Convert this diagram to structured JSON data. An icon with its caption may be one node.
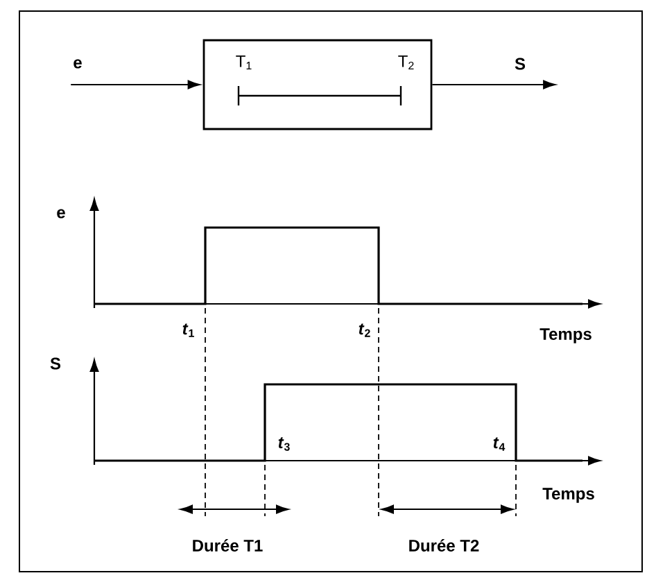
{
  "diagram": {
    "nodes": [
      {
        "text": [
          "T$_{1}$",
          "T$_{2}$"
        ]
      },
      {
        "text": [
          "e"
        ]
      },
      {
        "text": [
          "S"
        ]
      }
    ],
    "edges": [
      {
        "from": 1,
        "to": 0,
        "arrow": "to"
      },
      {
        "from": 0,
        "to": 2,
        "arrow": "to"
      }
    ],
    "labels": [
      "e",
      "*t*$_{1}$",
      "*t*$_{2}$",
      "Temps",
      "S",
      "*t*$_{3}$",
      "*t*$_{4}$",
      "Temps",
      "Durée T1",
      "Durée T2"
    ]
  }
}
